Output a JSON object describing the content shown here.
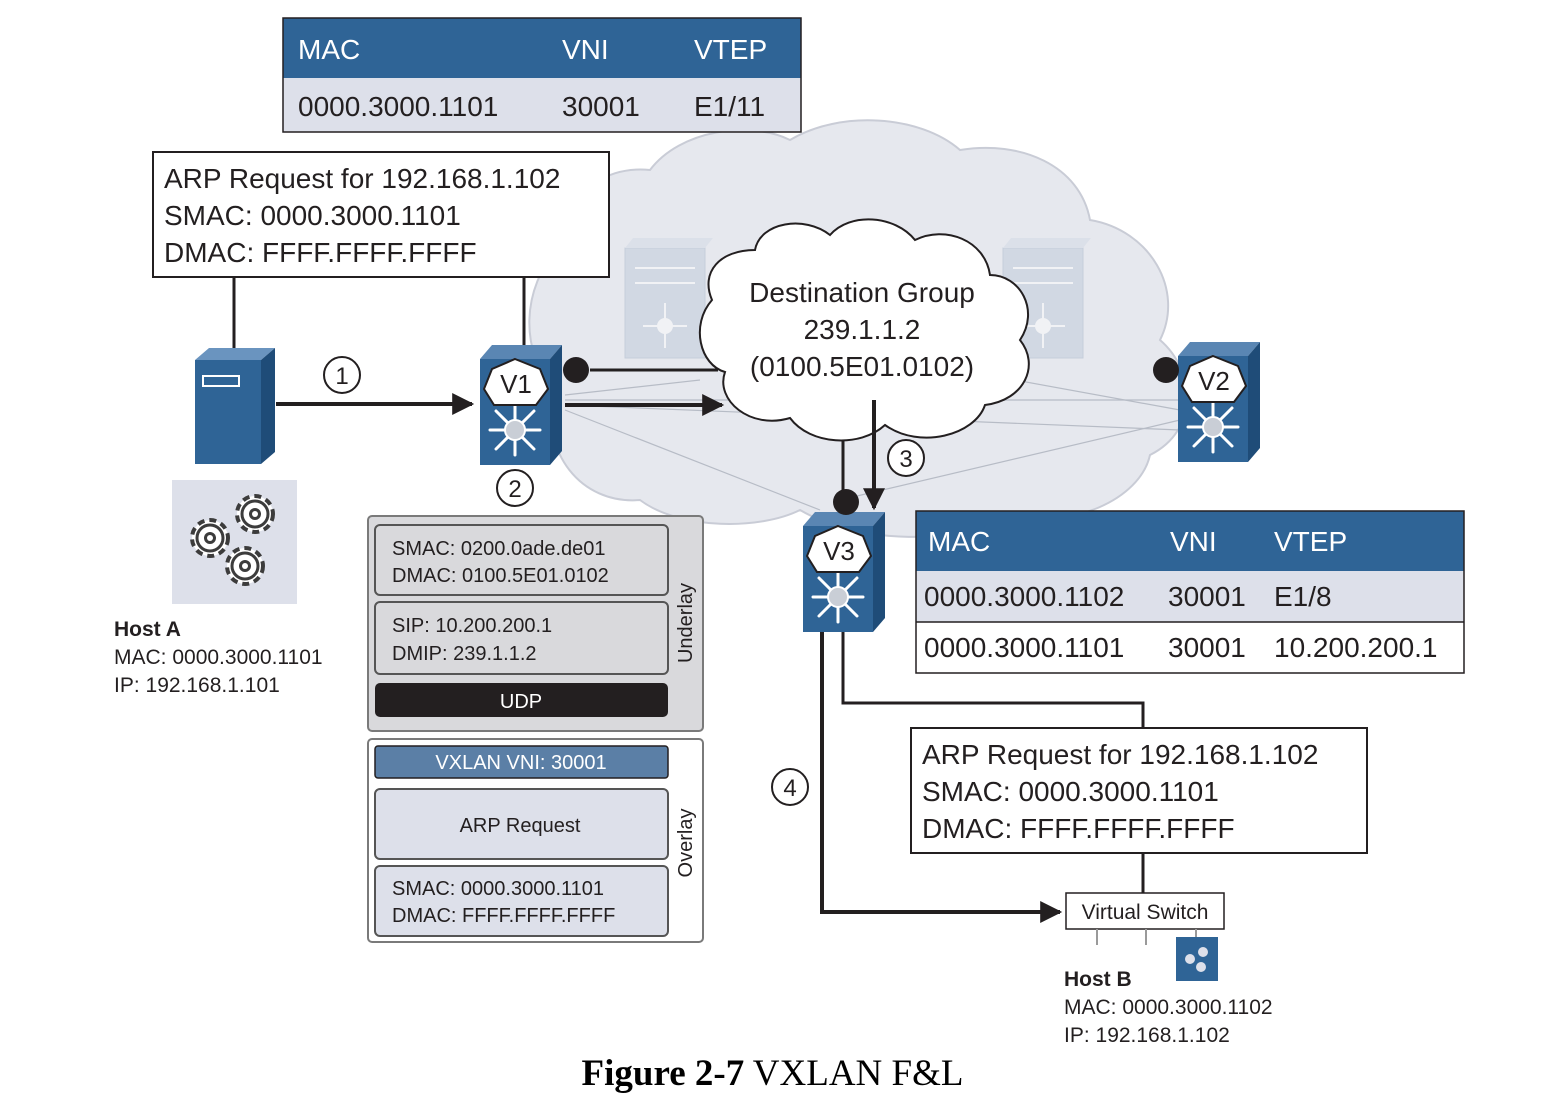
{
  "mac_table_top": {
    "headers": [
      "MAC",
      "VNI",
      "VTEP"
    ],
    "rows": [
      [
        "0000.3000.1101",
        "30001",
        "E1/11"
      ]
    ]
  },
  "mac_table_right": {
    "headers": [
      "MAC",
      "VNI",
      "VTEP"
    ],
    "rows": [
      [
        "0000.3000.1102",
        "30001",
        "E1/8"
      ],
      [
        "0000.3000.1101",
        "30001",
        "10.200.200.1"
      ]
    ]
  },
  "arp_box_left": {
    "lines": [
      "ARP Request for 192.168.1.102",
      "SMAC: 0000.3000.1101",
      "DMAC: FFFF.FFFF.FFFF"
    ]
  },
  "arp_box_right": {
    "lines": [
      "ARP Request for 192.168.1.102",
      "SMAC: 0000.3000.1101",
      "DMAC: FFFF.FFFF.FFFF"
    ]
  },
  "cloud": {
    "lines": [
      "Destination Group",
      "239.1.1.2",
      "(0100.5E01.0102)"
    ]
  },
  "vteps": {
    "v1": "V1",
    "v2": "V2",
    "v3": "V3"
  },
  "steps": [
    "1",
    "2",
    "3",
    "4"
  ],
  "host_a": {
    "name": "Host A",
    "mac": "MAC: 0000.3000.1101",
    "ip": "IP: 192.168.1.101"
  },
  "host_b": {
    "name": "Host B",
    "mac": "MAC: 0000.3000.1102",
    "ip": "IP: 192.168.1.102"
  },
  "virtual_switch": "Virtual Switch",
  "packet": {
    "underlay_label": "Underlay",
    "overlay_label": "Overlay",
    "outer_mac": [
      "SMAC: 0200.0ade.de01",
      "DMAC: 0100.5E01.0102"
    ],
    "outer_ip": [
      "SIP: 10.200.200.1",
      "DMIP: 239.1.1.2"
    ],
    "udp": "UDP",
    "vxlan": "VXLAN VNI: 30001",
    "arp": "ARP Request",
    "inner_mac": [
      "SMAC: 0000.3000.1101",
      "DMAC: FFFF.FFFF.FFFF"
    ]
  },
  "caption": {
    "label": "Figure 2-7",
    "text": "VXLAN F&L"
  },
  "colors": {
    "table_header": "#2f6496",
    "table_body": "#dde0ea",
    "switch_blue": "#2f6496",
    "cloud_fill": "#e6e8ee",
    "packet_bg": "#d9d9dc",
    "vxlan_bar": "#5b7fa6",
    "udp_bar": "#231f20"
  }
}
